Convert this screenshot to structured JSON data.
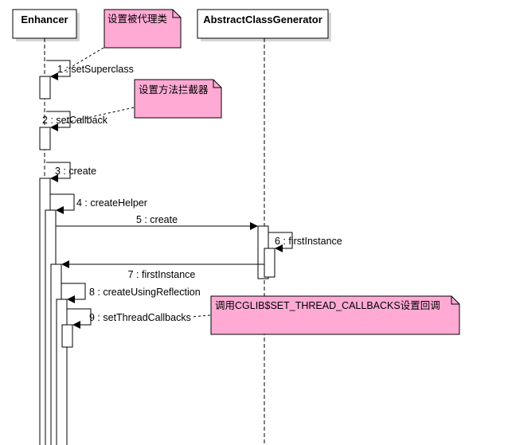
{
  "participants": [
    {
      "id": "enhancer",
      "name": "Enhancer"
    },
    {
      "id": "generator",
      "name": "AbstractClassGenerator"
    }
  ],
  "messages": [
    {
      "num": "1",
      "text": "1 : setSuperclass"
    },
    {
      "num": "2",
      "text": "2 : setCallback"
    },
    {
      "num": "3",
      "text": "3 : create"
    },
    {
      "num": "4",
      "text": "4 : createHelper"
    },
    {
      "num": "5",
      "text": "5 : create"
    },
    {
      "num": "6",
      "text": "6 : firstInstance"
    },
    {
      "num": "7",
      "text": "7 : firstInstance"
    },
    {
      "num": "8",
      "text": "8 : createUsingReflection"
    },
    {
      "num": "9",
      "text": "9 : setThreadCallbacks"
    }
  ],
  "notes": [
    {
      "id": "note-superclass",
      "text": "设置被代理类"
    },
    {
      "id": "note-callback",
      "text": "设置方法拦截器"
    },
    {
      "id": "note-thread-callbacks",
      "text": "调用CGLIB$SET_THREAD_CALLBACKS设置回调"
    }
  ],
  "colors": {
    "note_fill": "#ffaad4",
    "line": "#000000",
    "shadow": "#d6d6d6",
    "background": "#ffffff"
  }
}
